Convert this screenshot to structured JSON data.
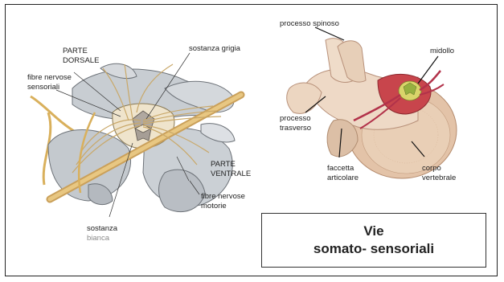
{
  "left_figure": {
    "labels": {
      "parte_dorsale_1": "PARTE",
      "parte_dorsale_2": "DORSALE",
      "fibre_sensoriali_1": "fibre nervose",
      "fibre_sensoriali_2": "sensoriali",
      "sostanza_grigia": "sostanza grigia",
      "parte_ventrale_1": "PARTE",
      "parte_ventrale_2": "VENTRALE",
      "fibre_motorie_1": "fibre nervose",
      "fibre_motorie_2": "motorie",
      "sostanza_bianca_1": "sostanza",
      "sostanza_bianca_2": "bianca"
    }
  },
  "right_figure": {
    "labels": {
      "processo_spinoso": "processo spinoso",
      "midollo": "midollo",
      "processo_trasverso_1": "processo",
      "processo_trasverso_2": "trasverso",
      "faccetta_1": "faccetta",
      "faccetta_2": "articolare",
      "corpo_1": "corpo",
      "corpo_2": "vertebrale"
    }
  },
  "title": {
    "line1": "Vie",
    "line2": "somato- sensoriali"
  }
}
